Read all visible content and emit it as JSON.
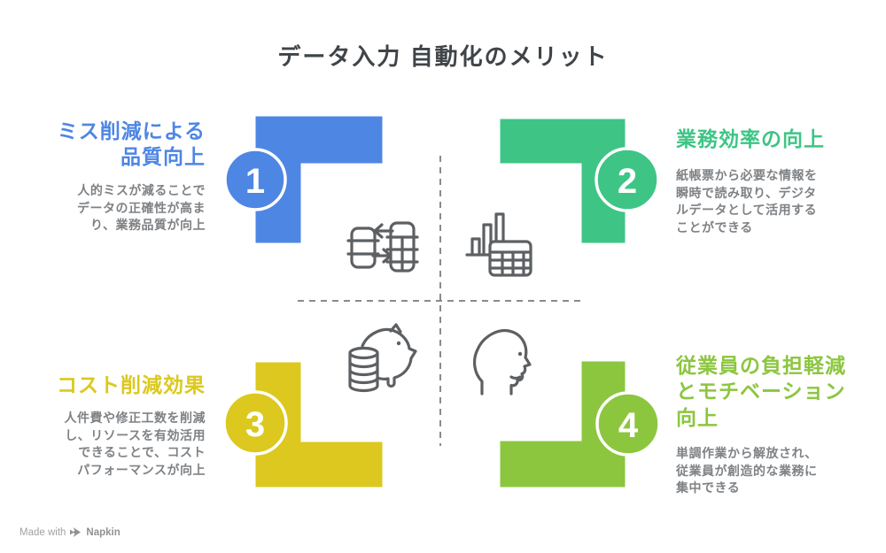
{
  "title": "データ入力 自動化のメリット",
  "quadrants": [
    {
      "number": "1",
      "heading": "ミス削減による\n品質向上",
      "body": "人的ミスが減ることで\nデータの正確性が高ま\nり、業務品質が向上",
      "color": "#4e86e4",
      "icon": "table-data-exchange-icon"
    },
    {
      "number": "2",
      "heading": "業務効率の向上",
      "body": "紙帳票から必要な情報を\n瞬時で読み取り、デジタ\nルデータとして活用する\nことができる",
      "color": "#3ec585",
      "icon": "bar-chart-table-icon"
    },
    {
      "number": "3",
      "heading": "コスト削減効果",
      "body": "人件費や修正工数を削減\nし、リソースを有効活用\nできることで、コスト\nパフォーマンスが向上",
      "color": "#dcc81e",
      "icon": "piggy-bank-savings-icon"
    },
    {
      "number": "4",
      "heading": "従業員の負担軽減\nとモチベーション\n向上",
      "body": "単調作業から解放され、\n従業員が創造的な業務に\n集中できる",
      "color": "#8cc63f",
      "icon": "head-profile-icon"
    }
  ],
  "footer": {
    "made_with": "Made with",
    "brand": "Napkin"
  },
  "colors": {
    "title_text": "#3f4448",
    "body_text": "#7f8285",
    "icon_stroke": "#5d6063",
    "dashed_line": "#8b8b8b",
    "shape_outline": "#ffffff",
    "background": "#ffffff"
  }
}
